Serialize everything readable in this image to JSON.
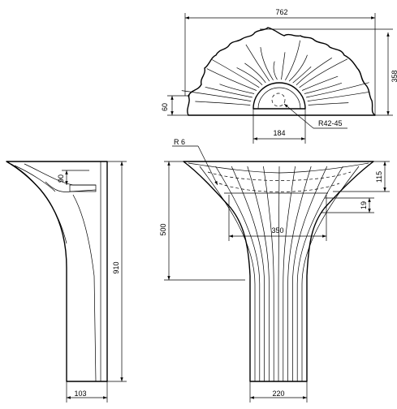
{
  "dimensions": {
    "top_width": "762",
    "top_depth": "358",
    "top_back_height": "60",
    "bowl_width": "184",
    "bowl_radius": "R42-45",
    "side_overflow_depth": "90",
    "side_total_height": "910",
    "side_base_depth": "103",
    "front_edge_radius": "R 6",
    "front_height_to_bowl": "500",
    "front_rim_height": "115",
    "front_rim_thickness": "19",
    "front_bowl_width": "350",
    "front_base_width": "220"
  },
  "colors": {
    "line": "#000000",
    "background": "#ffffff"
  }
}
